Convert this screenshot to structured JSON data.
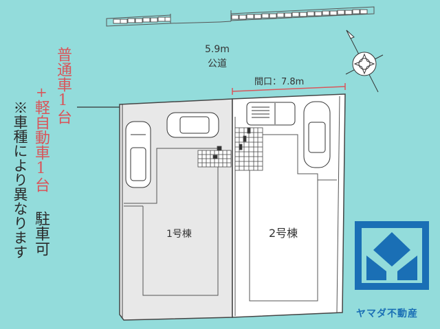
{
  "road": {
    "width_label": "5.9m",
    "type_label": "公道"
  },
  "frontage": {
    "label": "間口：7.8m",
    "color": "#d9555a"
  },
  "parking_note": {
    "line1": "普通車1台",
    "plus": "+",
    "line2": "軽自動車1台",
    "suffix": "駐車可",
    "color": "#d9555a"
  },
  "disclaimer": "※車種により異なります",
  "lots": [
    {
      "label": "1号棟",
      "fill": "#e8e8e8"
    },
    {
      "label": "2号棟",
      "fill": "#ffffff"
    }
  ],
  "compass": {
    "icon": "north-arrow-icon"
  },
  "logo": {
    "company": "ヤマダ不動産",
    "color": "#1a6fb5"
  },
  "colors": {
    "background": "#93dcdb",
    "lines": "#444444"
  }
}
